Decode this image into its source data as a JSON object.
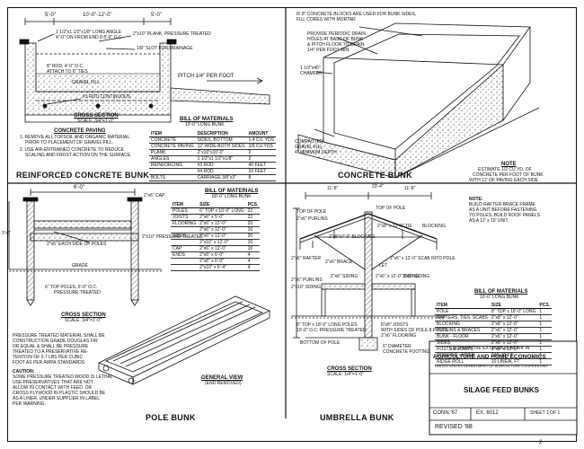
{
  "reinforced": {
    "title": "REINFORCED CONCRETE BUNK",
    "dims": [
      "5'-0\"",
      "10'-0\"-12'-0\"",
      "5'-0\""
    ],
    "callouts": [
      "1 1/2\"x1 1/2\"x1/8\" LONG ANGLE",
      "4\"-0\" ON FROM END 8 8'-0\" O.C.",
      "2\"x10\" PLANK, PRESSURE TREATED",
      "1/8\" SLOT FOR DRAINAGE",
      "8\" ROD, 4'-0\" O.C.",
      "ATTACH TO 6\" TIES",
      "GRAVEL FILL",
      "#3 ROD CONTINUOUS",
      "PITCH 1/4\" PER FOOT"
    ],
    "section": "CROSS SECTION",
    "scale": "SCALE: 3/4\"=1'-0\"",
    "paving_title": "CONCRETE PAVING",
    "paving_notes": [
      "1. REMOVE ALL TOPSOIL AND ORGANIC MATERIAL",
      "PRIOR TO PLACEMENT OF GRAVEL FILL.",
      "2. USE AIR-ENTRAINED CONCRETE TO REDUCE",
      "SCALING AND FROST ACTION ON THE SURFACE."
    ],
    "bom_title": "BILL OF MATERIALS",
    "bom_sub": "10'-0\" LONG BUNK",
    "bom_headers": [
      "ITEM",
      "DESCRIPTION",
      "AMOUNT"
    ],
    "bom_rows": [
      [
        "CONCRETE",
        "SIDES, BOTTOM",
        "1.4 CU. YDS"
      ],
      [
        "CONCRETE PAVING",
        "12' WIDE-BOTH SIDES",
        "3/8 CU.YDS"
      ],
      [
        "PLANK",
        "2\"x10\"x10'-0\"",
        "2"
      ],
      [
        "ANGLES",
        "1 1/2\"x1 1/2\"x1/8\"",
        "2"
      ],
      [
        "REINFORCING",
        "#3 ROD",
        "40 FEET"
      ],
      [
        "",
        "#4 ROD",
        "33 FEET"
      ],
      [
        "BOLTS",
        "CARRIAGE 3/8\"x3\"",
        "8"
      ]
    ]
  },
  "concrete": {
    "title": "CONCRETE BUNK",
    "callouts": [
      "IF 8\" CONCRETE BLOCKS ARE USED FOR BUNK SIDES,",
      "FILL CORES WITH MORTAR",
      "PROVIDE PERIODIC DRAIN",
      "HOLES AT BASE OF BUNK",
      "& PITCH FLOOR TO DRAIN",
      "1/4\" PER FOOT MIN.",
      "1 1/2\"x45°",
      "CHAMFER",
      "COMPACTED",
      "GRAVEL FILL",
      "4\" MINIMUM DEPTH"
    ],
    "note_title": "NOTE",
    "note_lines": [
      "ESTIMATE 1/2 CU.YD. OF",
      "CONCRETE PER FOOT OF BUNK",
      "WITH 12' OF PAVING EACH SIDE"
    ]
  },
  "pole": {
    "title": "POLE BUNK",
    "dims": [
      "6'-0\"",
      "3'-0\"",
      "2\"x6\" CAP"
    ],
    "callouts": [
      "2\"x6\" EACH SIDE OF POLES",
      "2\"x10\" PRESSURE TREATED",
      "GRADE",
      "6\" TOP POLES, 6'-0\" O.C.",
      "PRESSURE TREATED"
    ],
    "section": "CROSS SECTION",
    "scale": "SCALE: 3/4\"=1'-0\"",
    "general_view": "GENERAL VIEW",
    "general_sub": "(END REMOVED)",
    "pt_note": [
      "PRESSURE TREATED MATERIAL SHALL BE",
      "CONSTRUCTION GRADE DOUGLAS FIR",
      "OR EQUAL & SHALL BE PRESSURE",
      "TREATED TO A PRESERVATIVE RE-",
      "TENTION OF 0.7 LBS PER CUBIC",
      "FOOT AS PER AWPA STANDARDS"
    ],
    "caution_title": "CAUTION:",
    "caution": [
      "SOME PRESSURE TREATED WOOD IS LETHAL",
      "USE PRESERVATIVES THAT ARE NOT",
      "ALLOW IN CONTACT WITH FEED. OR",
      "CROSS PLYWOOD IN PLASTIC SHOULD BE",
      "AS A LINER. UNDER SUPPLIER IN LABEL",
      "PER WARNING."
    ],
    "bom_title": "BILL OF MATERIALS",
    "bom_sub": "60'-0\" LONG BUNK",
    "bom_headers": [
      "ITEM",
      "SIZE",
      "PCS."
    ],
    "bom_rows": [
      [
        "POLES",
        "6\" TOP x 10'-0\" LONG",
        "22"
      ],
      [
        "JOISTS",
        "2\"x6\" x 5'-0\"",
        "22"
      ],
      [
        "FLOORING",
        "2\"x6\" x 12'-0\"",
        "20"
      ],
      [
        "",
        "2\"x6\" x 12'-0\"",
        "10"
      ],
      [
        "SIDES",
        "2\"x6\" x 12'-0\"",
        "20"
      ],
      [
        "",
        "2\"x10\" x 12'-0\"",
        "10"
      ],
      [
        "CAP",
        "2\"x6\" x 12'-0\"",
        "10"
      ],
      [
        "ENDS",
        "2\"x6\" x 6'-0\"",
        "4"
      ],
      [
        "",
        "2\"x8\" x 6'-0\"",
        "4"
      ],
      [
        "",
        "2\"x10\" x 5'-4\"",
        "4"
      ]
    ]
  },
  "umbrella": {
    "title": "UMBRELLA BUNK",
    "dims": [
      "11'-8\"",
      "23'-4\"",
      "11'-8\""
    ],
    "callouts": [
      "TOP OF POLE",
      "2\"x6\" PURLINS",
      "2\"x6\" RAFTER",
      "2\"x6\" BRACE",
      "2\"x8\" x 12'-0\" TIE",
      "BLOCKING",
      "2\"x8\"x7'-0\" BLOCKING",
      "2\"x6\" x 12'-0\" SCAB INTO POLE",
      "LET",
      "2\"x6\" x 12'-0\" SIDING",
      "2\"x6\" SIDING",
      "3\"x6\" SIDING",
      "2\"x6\" PURLINS",
      "2\"x10\" SIDING",
      "8\" TOP x 18'-0\" LONG POLES",
      "10'-0\" O.C. PRESSURE TREATED",
      "8\"x8\" JOISTS",
      "WITH SIDES OF POLE 8 POSTS",
      "2\"x6\" FLOORING",
      "6\" DIAMETER",
      "CONCRETE FOOTING",
      "BOTTOM OF POLE"
    ],
    "section": "CROSS SECTION",
    "scale": "SCALE: 1/4\"=1'-0\"",
    "note_title": "NOTE:",
    "note_lines": [
      "BUILD RAFTER-BRACE FRAME",
      "AS A UNIT BEFORE FASTENING",
      "TO POLES. BUILD ROOF PANELS",
      "AS A 12' x 10' UNIT."
    ],
    "bom_title": "BILL OF MATERIALS",
    "bom_sub": "10'-0\" LONG BUNK",
    "bom_headers": [
      "ITEM",
      "SIZE",
      "PCS."
    ],
    "bom_rows": [
      [
        "POLE",
        "8\" TOP x 18'-0\" LONG",
        "1"
      ],
      [
        "RAFTERS, TIES, SCABS",
        "2\"x8\" x 12'-0\"",
        "1"
      ],
      [
        "BLOCKING",
        "2\"x8\" x 12'-0\"",
        "1"
      ],
      [
        "PURLINS & BRACES",
        "2\"x6\" x 12'-0\"",
        "1"
      ],
      [
        "BUNK - FLOOR",
        "2\"x6\" x 12'-0\"",
        "1"
      ],
      [
        "SIDES",
        "2\"x6\" x 12'-0\"",
        "1"
      ],
      [
        "POSTS & JOISTS",
        "2\"x6\" x 10'-0\"",
        "1"
      ],
      [
        "ROOFING - METAL",
        "24G 10 FT",
        "1"
      ],
      [
        "RIDGE ROLL",
        "10 LINEAL FT",
        "1"
      ]
    ]
  },
  "titleblock": {
    "org1": "COOPERATIVE EXTENSION WORK IN",
    "org2": "AGRICULTURE AND HOME ECONOMICS",
    "agency": "UNITED STATES DEPARTMENT OF AGRICULTURE COOPERATING",
    "plan": "SILAGE FEED BUNKS",
    "conn": "CONN.'67",
    "ex": "EX. 6012",
    "sheet": "SHEET 1 OF 1",
    "revised": "REVISED '88"
  },
  "page_number": "2"
}
